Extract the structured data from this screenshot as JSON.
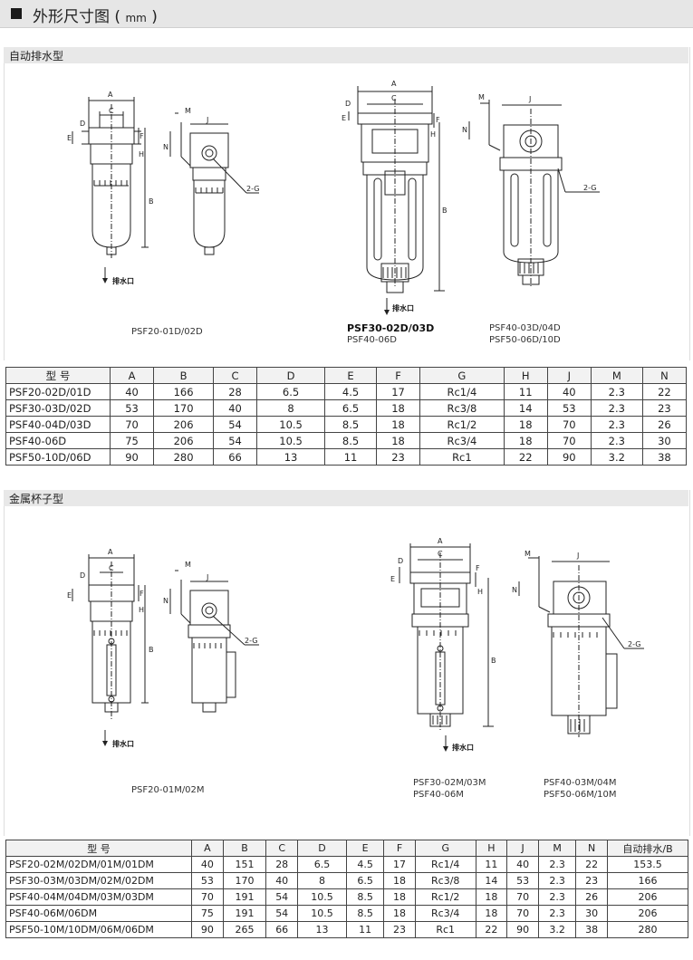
{
  "header": {
    "title": "外形尺寸图",
    "unit": "mm"
  },
  "section1": {
    "title": "自动排水型",
    "drain_label": "排水口",
    "dims": {
      "A": "A",
      "B": "B",
      "C": "C",
      "D": "D",
      "E": "E",
      "F": "F",
      "H": "H",
      "J": "J",
      "M": "M",
      "N": "N",
      "G": "2-G"
    },
    "captions": {
      "left": "PSF20-01D/02D",
      "mid_line1": "PSF30-02D/03D",
      "mid_line2": "PSF40-06D",
      "right_line1": "PSF40-03D/04D",
      "right_line2": "PSF50-06D/10D"
    },
    "table": {
      "headers": [
        "型 号",
        "A",
        "B",
        "C",
        "D",
        "E",
        "F",
        "G",
        "H",
        "J",
        "M",
        "N"
      ],
      "rows": [
        [
          "PSF20-02D/01D",
          "40",
          "166",
          "28",
          "6.5",
          "4.5",
          "17",
          "Rc1/4",
          "11",
          "40",
          "2.3",
          "22"
        ],
        [
          "PSF30-03D/02D",
          "53",
          "170",
          "40",
          "8",
          "6.5",
          "18",
          "Rc3/8",
          "14",
          "53",
          "2.3",
          "23"
        ],
        [
          "PSF40-04D/03D",
          "70",
          "206",
          "54",
          "10.5",
          "8.5",
          "18",
          "Rc1/2",
          "18",
          "70",
          "2.3",
          "26"
        ],
        [
          "PSF40-06D",
          "75",
          "206",
          "54",
          "10.5",
          "8.5",
          "18",
          "Rc3/4",
          "18",
          "70",
          "2.3",
          "30"
        ],
        [
          "PSF50-10D/06D",
          "90",
          "280",
          "66",
          "13",
          "11",
          "23",
          "Rc1",
          "22",
          "90",
          "3.2",
          "38"
        ]
      ]
    }
  },
  "section2": {
    "title": "金属杯子型",
    "drain_label": "排水口",
    "captions": {
      "left": "PSF20-01M/02M",
      "mid_line1": "PSF30-02M/03M",
      "mid_line2": "PSF40-06M",
      "right_line1": "PSF40-03M/04M",
      "right_line2": "PSF50-06M/10M"
    },
    "table": {
      "headers": [
        "型 号",
        "A",
        "B",
        "C",
        "D",
        "E",
        "F",
        "G",
        "H",
        "J",
        "M",
        "N",
        "自动排水/B"
      ],
      "rows": [
        [
          "PSF20-02M/02DM/01M/01DM",
          "40",
          "151",
          "28",
          "6.5",
          "4.5",
          "17",
          "Rc1/4",
          "11",
          "40",
          "2.3",
          "22",
          "153.5"
        ],
        [
          "PSF30-03M/03DM/02M/02DM",
          "53",
          "170",
          "40",
          "8",
          "6.5",
          "18",
          "Rc3/8",
          "14",
          "53",
          "2.3",
          "23",
          "166"
        ],
        [
          "PSF40-04M/04DM/03M/03DM",
          "70",
          "191",
          "54",
          "10.5",
          "8.5",
          "18",
          "Rc1/2",
          "18",
          "70",
          "2.3",
          "26",
          "206"
        ],
        [
          "PSF40-06M/06DM",
          "75",
          "191",
          "54",
          "10.5",
          "8.5",
          "18",
          "Rc3/4",
          "18",
          "70",
          "2.3",
          "30",
          "206"
        ],
        [
          "PSF50-10M/10DM/06M/06DM",
          "90",
          "265",
          "66",
          "13",
          "11",
          "23",
          "Rc1",
          "22",
          "90",
          "3.2",
          "38",
          "280"
        ]
      ]
    }
  }
}
